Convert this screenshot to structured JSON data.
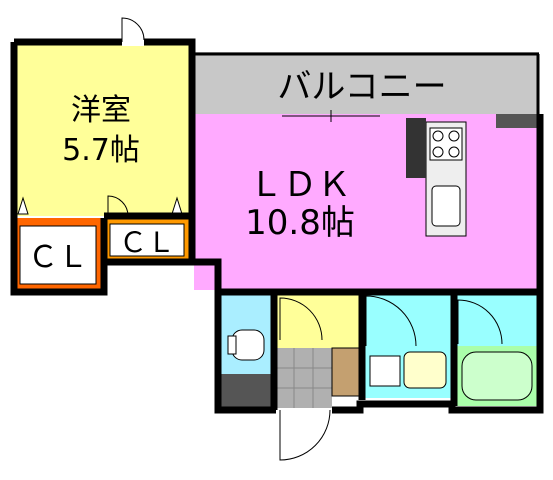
{
  "floorplan": {
    "rooms": {
      "western_room": {
        "name": "洋室",
        "size": "5.7帖"
      },
      "closet_left": {
        "label": "ＣＬ"
      },
      "closet_right": {
        "label": "ＣＬ"
      },
      "ldk": {
        "name": "ＬＤＫ",
        "size": "10.8帖"
      },
      "balcony": {
        "name": "バルコニー"
      }
    },
    "colors": {
      "western_room": "#ffff99",
      "closet_orange": "#ff6600",
      "ldk": "#ffaaff",
      "balcony": "#c8c8c8",
      "wet_area": "#99ffff",
      "bath": "#aaffaa",
      "toilet_room": "#aaeeff",
      "entrance_hall": "#ffff99",
      "genkan_floor": "#b0b0b0",
      "shoe_box": "#c4a070",
      "wall": "#000000"
    }
  }
}
